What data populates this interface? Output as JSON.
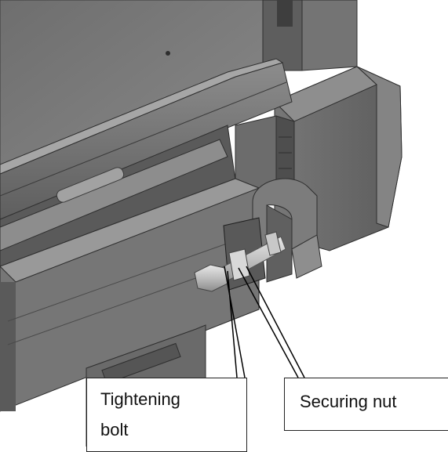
{
  "diagram": {
    "callouts": [
      {
        "id": "tightening-bolt",
        "line1": "Tightening",
        "line2": "bolt"
      },
      {
        "id": "securing-nut",
        "line1": "Securing nut"
      }
    ]
  }
}
